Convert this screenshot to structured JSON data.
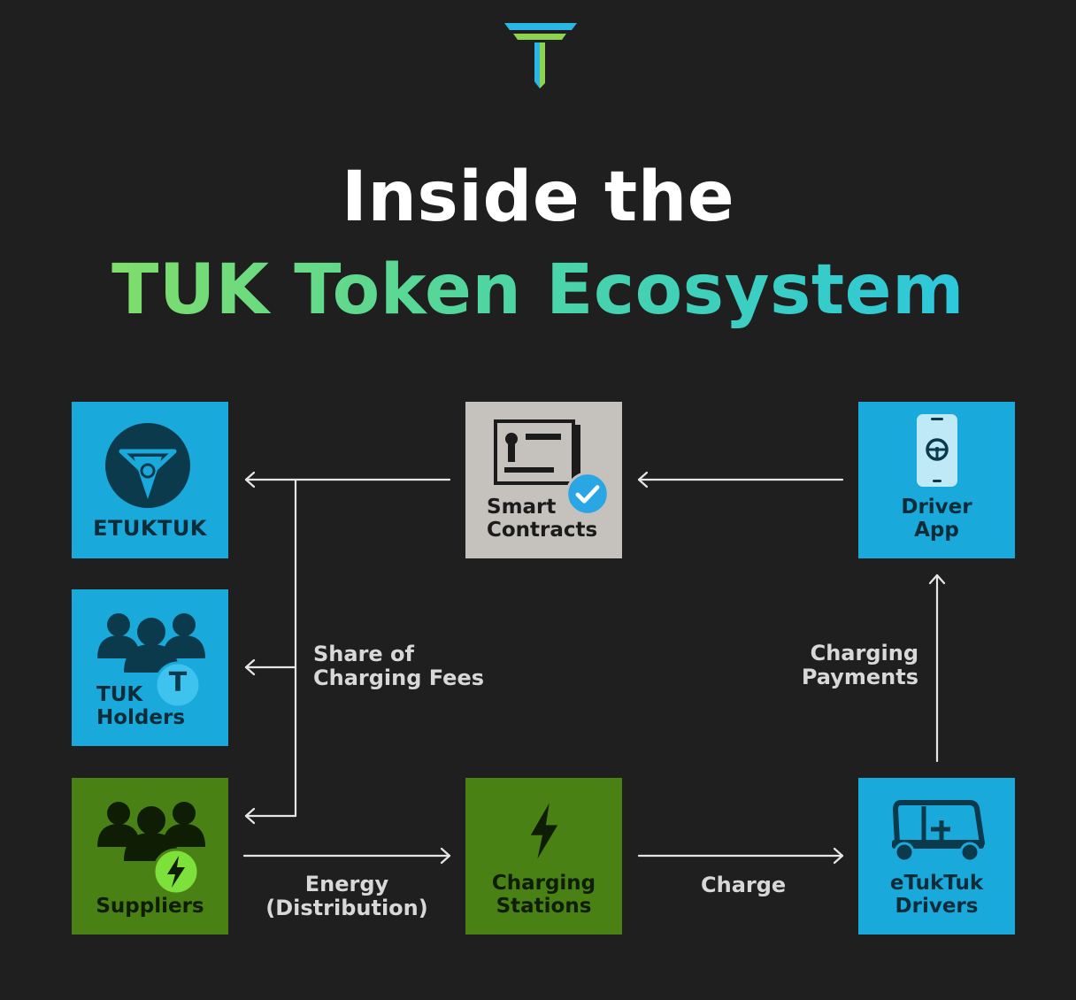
{
  "title": {
    "line1": "Inside the",
    "line2": "TUK Token Ecosystem"
  },
  "nodes": {
    "etuktuk": {
      "label": "ETUKTUK",
      "icon": "etuktuk-logo-icon"
    },
    "tuk_holders": {
      "label": "TUK\nHolders",
      "badge": "T",
      "icon": "people-icon"
    },
    "suppliers": {
      "label": "Suppliers",
      "icon": "people-icon"
    },
    "smart_contracts": {
      "label": "Smart\nContracts",
      "icon": "contract-icon"
    },
    "charging_stations": {
      "label": "Charging\nStations",
      "icon": "lightning-icon"
    },
    "driver_app": {
      "label": "Driver\nApp",
      "icon": "phone-steering-wheel-icon"
    },
    "drivers": {
      "label": "eTukTuk\nDrivers",
      "icon": "tuktuk-vehicle-icon"
    }
  },
  "flows": {
    "fees": "Share of\nCharging Fees",
    "payments": "Charging\nPayments",
    "energy": "Energy\n(Distribution)",
    "charge": "Charge"
  },
  "colors": {
    "background": "#1f1f1f",
    "blue": "#1aa9db",
    "green": "#4a8114",
    "grey": "#c5c2bd",
    "accent_green": "#8ee05a",
    "accent_cyan": "#24c4ea"
  }
}
